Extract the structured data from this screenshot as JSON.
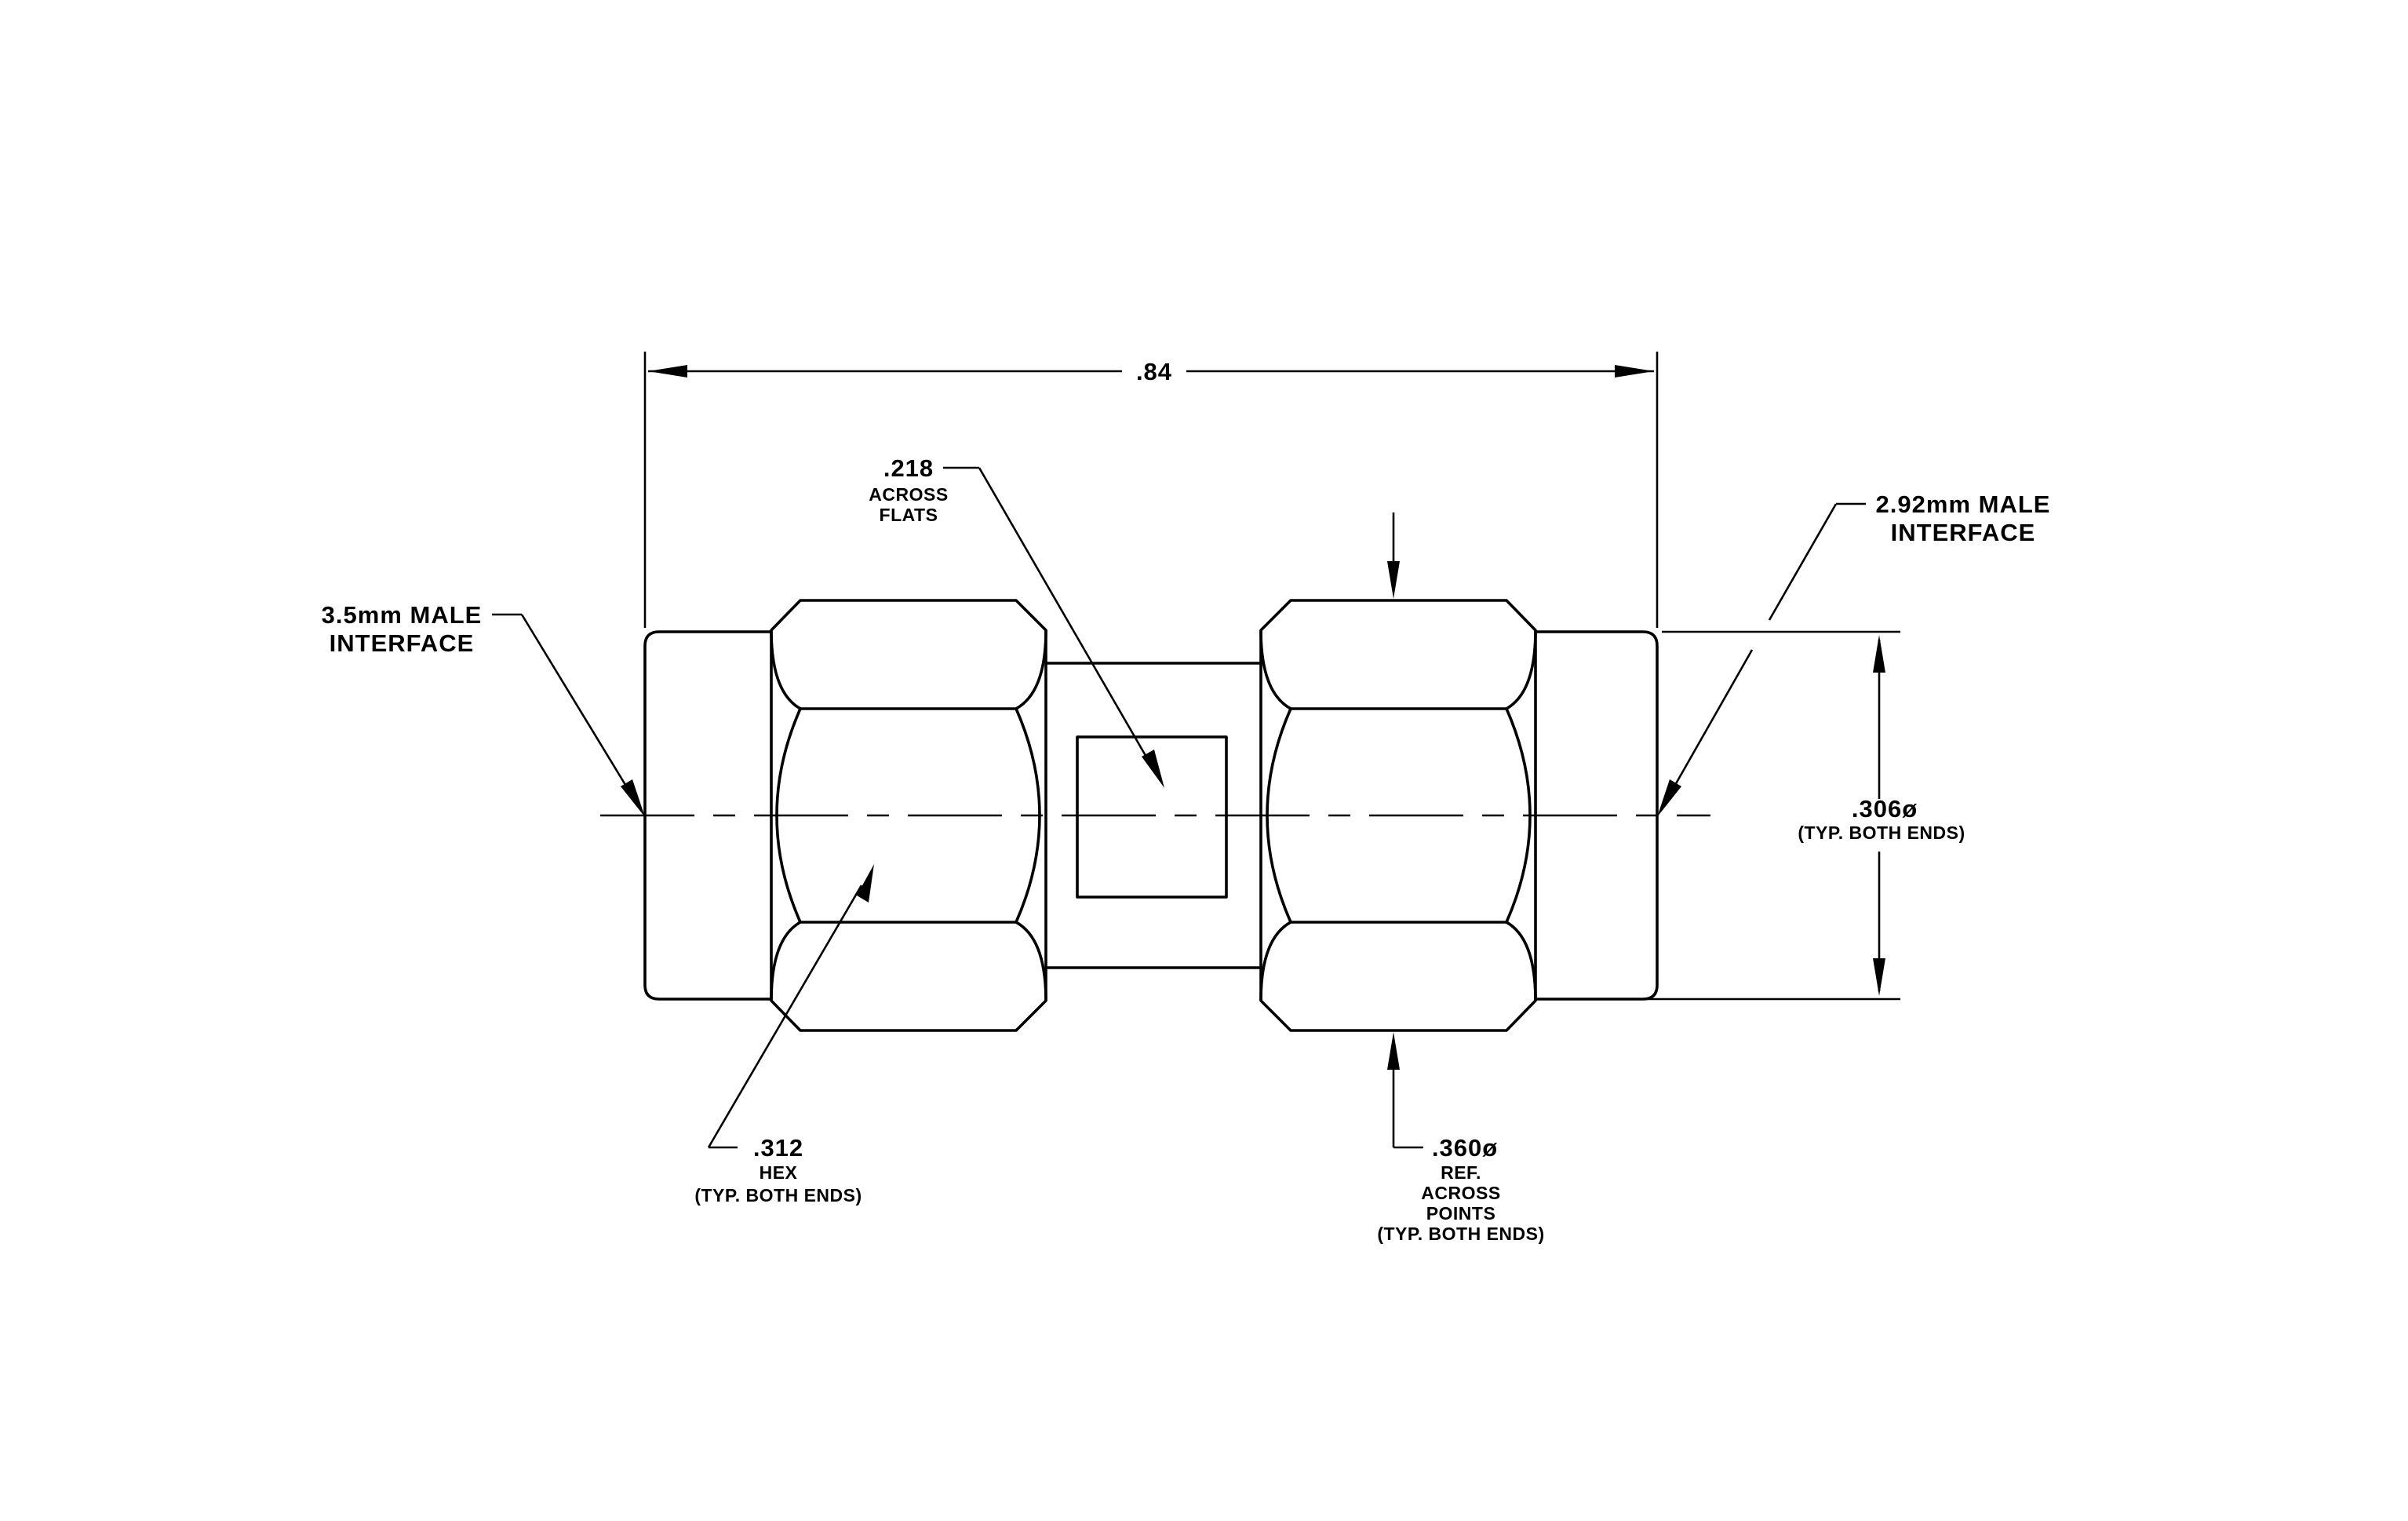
{
  "drawing": {
    "overall_length": ".84",
    "across_flats": {
      "value": ".218",
      "line1": "ACROSS",
      "line2": "FLATS"
    },
    "left_interface": {
      "line1": "3.5mm  MALE",
      "line2": "INTERFACE"
    },
    "right_interface": {
      "line1": "2.92mm  MALE",
      "line2": "INTERFACE"
    },
    "body_diameter": {
      "value": ".306ø",
      "note": "(TYP.  BOTH  ENDS)"
    },
    "hex_size": {
      "value": ".312",
      "line1": "HEX",
      "note": "(TYP.  BOTH  ENDS)"
    },
    "across_points": {
      "value": ".360ø",
      "line1": "REF.",
      "line2": "ACROSS",
      "line3": "POINTS",
      "note": "(TYP.  BOTH  ENDS)"
    }
  }
}
